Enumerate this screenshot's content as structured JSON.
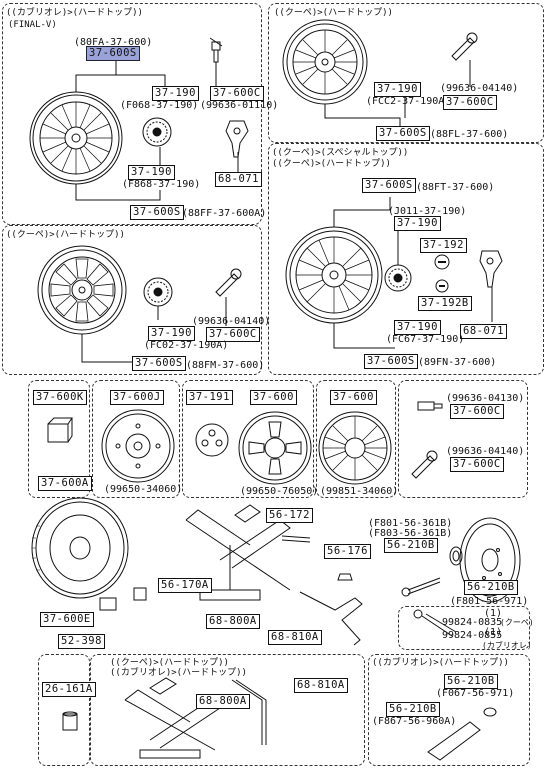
{
  "sections": {
    "s1": {
      "heading": "((カブリオレ)>(ハードトップ))",
      "sub": "(FINAL-V)"
    },
    "s2": {
      "heading": "((クーペ)>(ハードトップ))"
    },
    "s3": {
      "heading": "((クーペ)>(ハードトップ))"
    },
    "s4": {
      "heading1": "((クーペ)>(スペシャルトップ))",
      "heading2": "((クーペ)>(ハードトップ))"
    },
    "s10": {
      "heading1": "((クーペ)>(ハードトップ))",
      "heading2": "((カブリオレ)>(ハードトップ))"
    },
    "s11": {
      "heading": "((カブリオレ)>(ハードトップ))"
    }
  },
  "parts": {
    "p_37600S_a": "37-600S",
    "p_37600S_a_ref": "(80FA-37-600)",
    "p_37190_a": "37-190",
    "p_37190_a_ref": "(F068-37-190)",
    "p_37600C_a": "37-600C",
    "p_37600C_a_ref": "(99636-01110)",
    "p_37190_b": "37-190",
    "p_37190_b_ref": "(F868-37-190)",
    "p_68071_a": "68-071",
    "p_37600S_b": "37-600S",
    "p_37600S_b_ref": "(88FF-37-600A)",
    "p_37190_c": "37-190",
    "p_37190_c_ref": "(FCC2-37-190A)",
    "p_99636_a": "(99636-04140)",
    "p_37600C_b": "37-600C",
    "p_37600S_c": "37-600S",
    "p_37600S_c_ref": "(88FL-37-600)",
    "p_37600S_d": "37-600S",
    "p_37600S_d_ref": "(88FT-37-600)",
    "p_37190_d_ref": "(J011-37-190)",
    "p_37190_d": "37-190",
    "p_37192": "37-192",
    "p_37192B": "37-192B",
    "p_68071_b": "68-071",
    "p_37190_e": "37-190",
    "p_37190_e_ref": "(FC67-37-190)",
    "p_37600S_e": "37-600S",
    "p_37600S_e_ref": "(89FN-37-600)",
    "p_99636_b": "(99636-04140)",
    "p_37190_f": "37-190",
    "p_37600C_c": "37-600C",
    "p_37190_f_ref": "(FC02-37-190A)",
    "p_37600S_f": "37-600S",
    "p_37600S_f_ref": "(88FM-37-600)",
    "p_37600K": "37-600K",
    "p_37600J": "37-600J",
    "p_37600J_ref": "(99650-34060)",
    "p_37191": "37-191",
    "p_37600_a": "37-600",
    "p_37600_a_ref": "(99650-76050)",
    "p_37600_b": "37-600",
    "p_37600_b_ref": "(99851-34060)",
    "p_99636_c": "(99636-04130)",
    "p_37600C_d": "37-600C",
    "p_99636_d": "(99636-04140)",
    "p_37600C_e": "37-600C",
    "p_37600A": "37-600A",
    "p_37600E": "37-600E",
    "p_52398": "52-398",
    "p_56172": "56-172",
    "p_56170A": "56-170A",
    "p_68800A_a": "68-800A",
    "p_56176": "56-176",
    "p_68810A_a": "68-810A",
    "p_56210B_a": "56-210B",
    "p_F801": "(F801-56-361B)",
    "p_F803": "(F803-56-361B)",
    "p_56210B_b": "56-210B",
    "p_F801_b": "(F801-56-971)",
    "p_99824_a_qty": "(1)",
    "p_99824_a": "99824-0835",
    "p_99824_a_note": "(クーペ)",
    "p_99824_b_qty": "(1)",
    "p_99824_b": "99824-0855",
    "p_99824_b_note": "(カブリオレ)",
    "p_26161A": "26-161A",
    "p_68800A_b": "68-800A",
    "p_68810A_b": "68-810A",
    "p_56210B_c": "56-210B",
    "p_56210B_c_ref": "(F067-56-971)",
    "p_56210B_d": "56-210B",
    "p_56210B_d_ref": "(F867-56-960A)"
  },
  "colors": {
    "highlight": "#9aa3d8",
    "ink": "#111111"
  }
}
